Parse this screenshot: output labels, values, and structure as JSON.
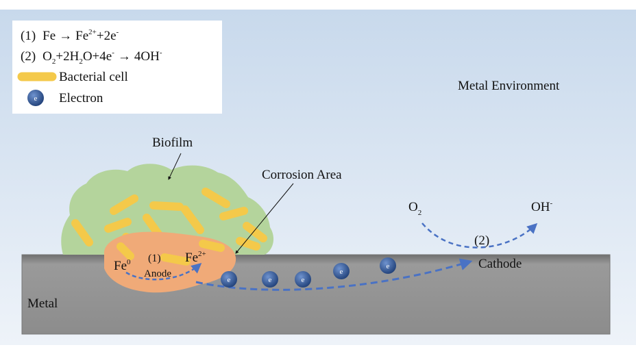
{
  "legend": {
    "reaction1": {
      "num": "(1)",
      "a": "Fe",
      "arrow": "→",
      "b": "Fe",
      "b_sup": "2+",
      "c": "+2e",
      "c_sup": "-"
    },
    "reaction2": {
      "num": "(2)",
      "a": "O",
      "a_sub": "2",
      "b": "+2H",
      "b_sub": "2",
      "c": "O+4e",
      "c_sup": "-",
      "arrow": "→",
      "d": "4OH",
      "d_sup": "-"
    },
    "bacterial_cell": "Bacterial cell",
    "electron": "Electron"
  },
  "labels": {
    "environment": "Metal Environment",
    "biofilm": "Biofilm",
    "corrosion_area": "Corrosion Area",
    "metal": "Metal",
    "anode": "Anode",
    "cathode": "Cathode",
    "step1": "(1)",
    "step2": "(2)",
    "fe0_base": "Fe",
    "fe0_sup": "0",
    "fe2_base": "Fe",
    "fe2_sup": "2+",
    "o2_base": "O",
    "o2_sub": "2",
    "oh_base": "OH",
    "oh_sup": "-",
    "electron_symbol": "e"
  },
  "colors": {
    "sky_top": "#c8d9ec",
    "sky_bottom": "#eef3f9",
    "metal": "#8e8e8e",
    "metal_edge": "#707070",
    "biofilm": "#b4d49c",
    "bacteria": "#f4c94a",
    "corrosion": "#f0aa78",
    "arrow": "#4a72c4",
    "electron_dark": "#1f3f77",
    "electron_light": "#6f93cf"
  }
}
